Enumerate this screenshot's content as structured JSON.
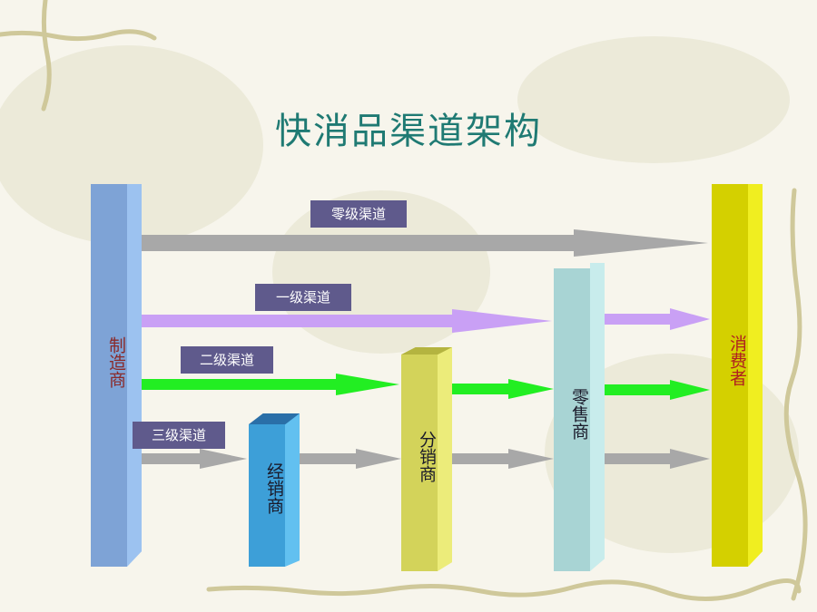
{
  "title": "快消品渠道架构",
  "nodes": {
    "manufacturer": "制造商",
    "distributor": "经销商",
    "subdistributor": "分销商",
    "retailer": "零售商",
    "consumer": "消费者"
  },
  "channels": {
    "zero": "零级渠道",
    "one": "一级渠道",
    "two": "二级渠道",
    "three": "三级渠道"
  },
  "colors": {
    "title": "#1f7a73",
    "manufacturer": "#7ea3d6",
    "distributor": "#3d9fd8",
    "subdistributor": "#d3d35a",
    "retailer": "#a8d4d4",
    "consumer": "#d4d000",
    "tag": "#5f5a8c",
    "arrow_gray": "#a8a8a8",
    "arrow_purple": "#c9a0f5",
    "arrow_green": "#22ee22"
  }
}
